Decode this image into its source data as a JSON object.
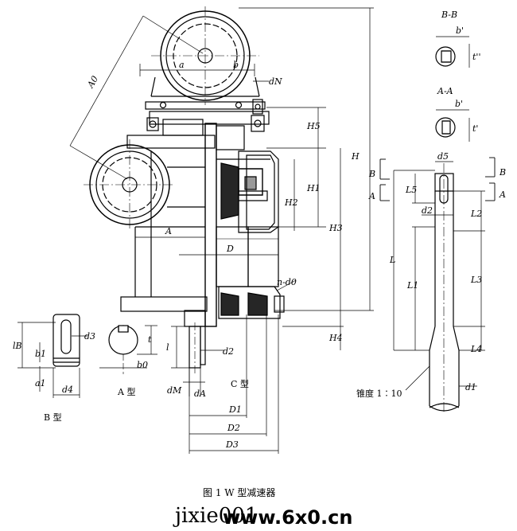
{
  "figure": {
    "caption": "图 1  W 型减速器",
    "type_labels": {
      "b_type": "B 型",
      "a_type": "A 型",
      "c_type": "C 型"
    },
    "taper_note": "锥度 1∶10"
  },
  "section_labels": {
    "bb": "B-B",
    "aa": "A-A"
  },
  "dims": {
    "a": "a",
    "b": "b",
    "dN": "dN",
    "A0": "A0",
    "H5": "H5",
    "H": "H",
    "H1": "H1",
    "H2": "H2",
    "H3": "H3",
    "H4": "H4",
    "A": "A",
    "D": "D",
    "n_d0": "n-d0",
    "D1": "D1",
    "D2": "D2",
    "D3": "D3",
    "d2": "d2",
    "dM": "dM",
    "dA": "dA",
    "l": "l",
    "t": "t",
    "b0": "b0",
    "d3": "d3",
    "d4": "d4",
    "lB": "lB",
    "b1": "b1",
    "a1": "a1",
    "bprime": "b'",
    "tprime": "t'",
    "tdprime": "t''",
    "d5": "d5",
    "dshaft": "d2",
    "d1": "d1",
    "L": "L",
    "L1": "L1",
    "L2": "L2",
    "L3": "L3",
    "L4": "L4",
    "L5": "L5",
    "secA": "A",
    "secB": "B"
  },
  "watermark": {
    "domain_text": "www.6x0.cn",
    "faint_text": "jixie001"
  }
}
